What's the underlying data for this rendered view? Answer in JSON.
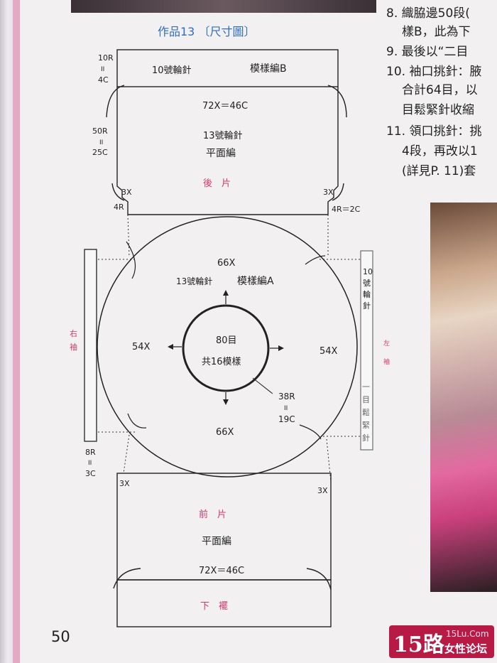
{
  "title": "作品13 〔尺寸圖〕",
  "back": {
    "label_top_left": "10R",
    "label_top_left_eq": "II",
    "label_top_left_c": "4C",
    "band_needle": "10號輪針",
    "band_pattern": "模樣編B",
    "width": "72X＝46C",
    "side_r": "50R",
    "side_eq": "II",
    "side_c": "25C",
    "needle": "13號輪針",
    "stitch": "平面編",
    "name": "後　片",
    "corner_left": "3X",
    "corner_right": "3X",
    "left_4r": "4R",
    "right_4r": "4R＝2C"
  },
  "yoke": {
    "top": "66X",
    "needle": "13號輪針",
    "pattern": "模樣編A",
    "left": "54X",
    "right": "54X",
    "center_1": "80目",
    "center_2": "共16模樣",
    "bottom": "66X",
    "depth_r": "38R",
    "depth_eq": "II",
    "depth_c": "19C"
  },
  "sleeves": {
    "right_label": "右袖",
    "left_label": "左袖",
    "band_r": "8R",
    "band_eq": "II",
    "band_c": "3C",
    "right_band_top": "10號輪針",
    "right_band_bottom": "一目鬆緊針"
  },
  "front": {
    "corner_left": "3X",
    "corner_right": "3X",
    "name": "前　片",
    "stitch": "平面編",
    "width": "72X＝46C",
    "hem": "下　襬"
  },
  "instructions": [
    "8. 織脇邊50段(",
    "樣B，此為下",
    "9. 最後以“二目",
    "10. 袖口挑針：腋",
    "合計64目，以",
    "目鬆緊針收縮",
    "11. 領口挑針：挑",
    "4段，再改以1",
    "(詳見P. 11)套"
  ],
  "page_number": "50",
  "watermark": {
    "main": "15路",
    "site": "15Lu.Com",
    "sub": "女性论坛"
  }
}
